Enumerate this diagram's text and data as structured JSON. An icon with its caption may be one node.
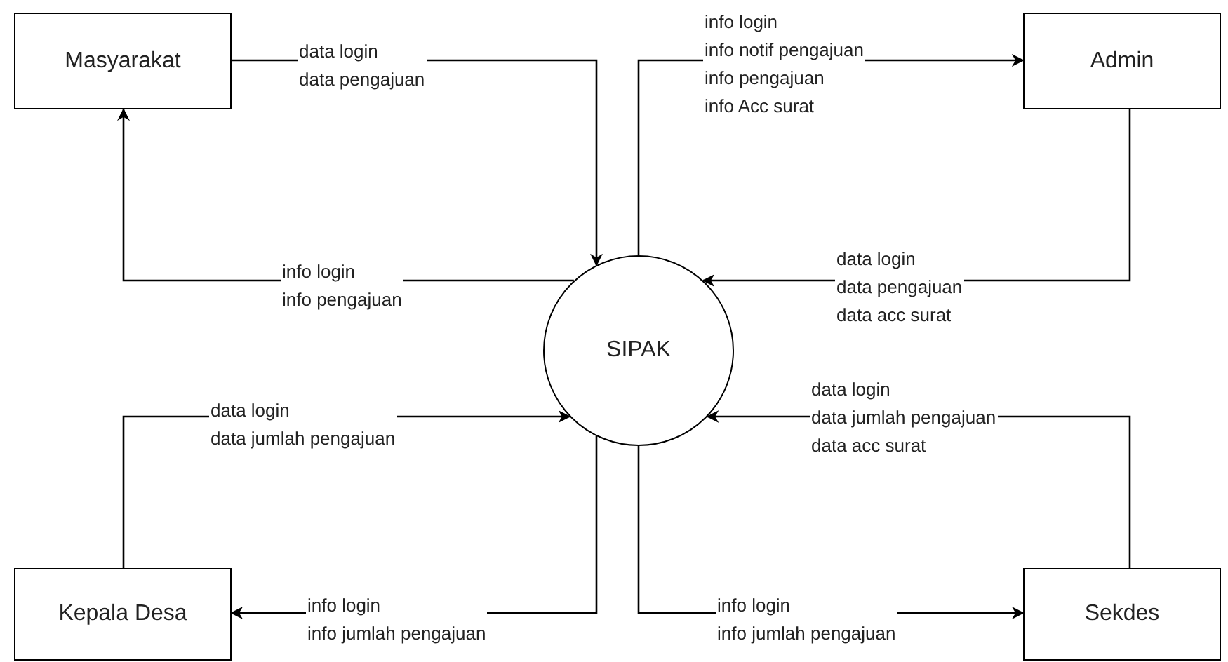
{
  "diagram": {
    "nodes": [
      {
        "text": [
          "Masyarakat"
        ]
      },
      {
        "text": [
          "Admin"
        ]
      },
      {
        "text": [
          "SIPAK"
        ]
      },
      {
        "text": [
          "Kepala Desa"
        ]
      },
      {
        "text": [
          "Sekdes"
        ]
      }
    ],
    "edges": [
      {
        "from": 0,
        "to": 2,
        "arrow": "to",
        "label": "data login\ndata pengajuan"
      },
      {
        "from": 2,
        "to": 0,
        "arrow": "to",
        "label": "info login\ninfo pengajuan"
      },
      {
        "from": 2,
        "to": 1,
        "arrow": "to",
        "label": "info login\ninfo notif pengajuan\ninfo pengajuan\ninfo Acc surat"
      },
      {
        "from": 1,
        "to": 2,
        "arrow": "to",
        "label": "data login\ndata pengajuan\ndata acc surat"
      },
      {
        "from": 3,
        "to": 2,
        "arrow": "to",
        "label": "data login\ndata jumlah pengajuan"
      },
      {
        "from": 2,
        "to": 3,
        "arrow": "to",
        "label": "info login\ninfo jumlah pengajuan"
      },
      {
        "from": 4,
        "to": 2,
        "arrow": "to",
        "label": "data login\ndata jumlah pengajuan\ndata acc surat"
      },
      {
        "from": 2,
        "to": 4,
        "arrow": "to",
        "label": "info login\ninfo jumlah pengajuan"
      }
    ]
  }
}
